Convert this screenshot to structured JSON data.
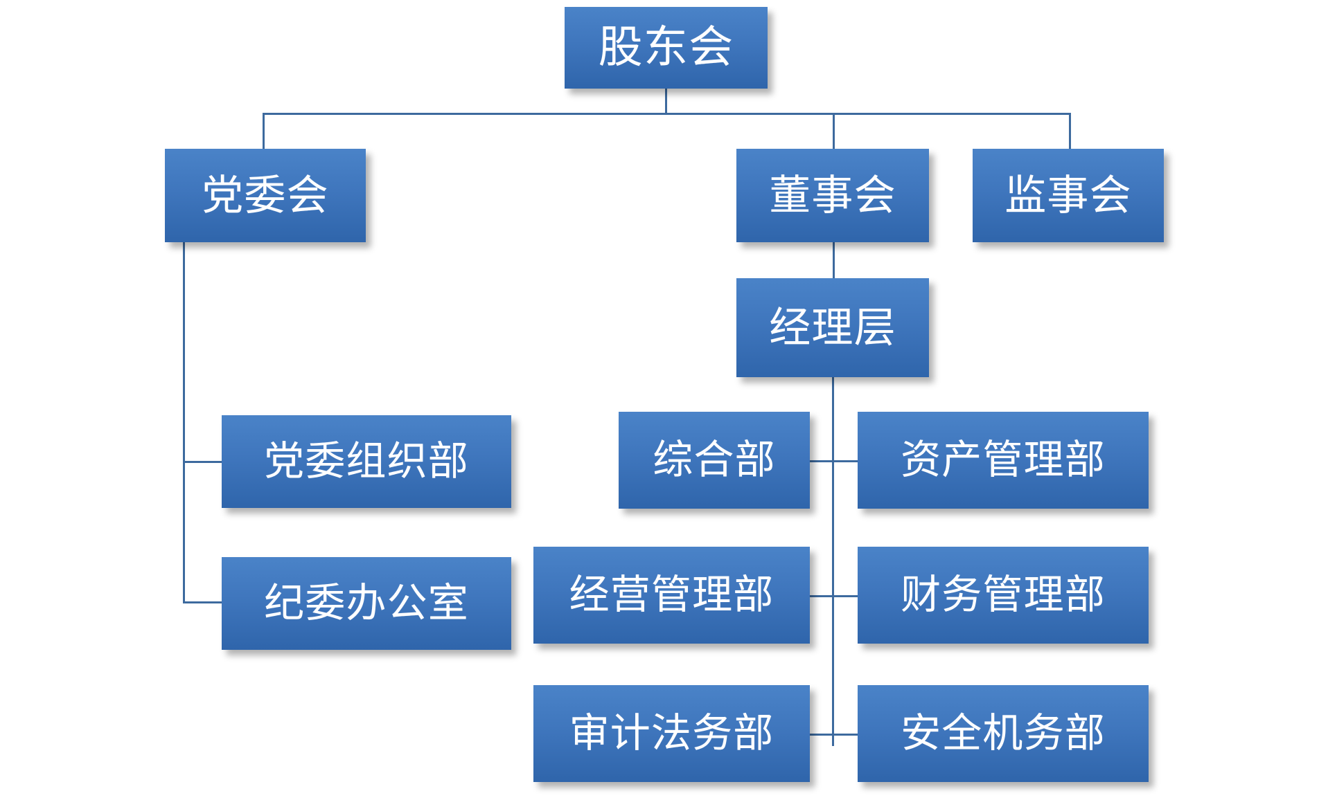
{
  "chart_title": "",
  "colors": {
    "node_fill_top": "#4a83c8",
    "node_fill_bottom": "#2f65ab",
    "node_text": "#ffffff",
    "connector": "#3d6a9e",
    "background": "#ffffff"
  },
  "nodes": {
    "shareholders_meeting": "股东会",
    "party_committee": "党委会",
    "board_of_directors": "董事会",
    "board_of_supervisors": "监事会",
    "management_layer": "经理层",
    "party_organization_dept": "党委组织部",
    "discipline_office": "纪委办公室",
    "general_affairs_dept": "综合部",
    "asset_management_dept": "资产管理部",
    "operations_management_dept": "经营管理部",
    "financial_management_dept": "财务管理部",
    "audit_legal_dept": "审计法务部",
    "safety_machinery_dept": "安全机务部"
  },
  "hierarchy": {
    "root": "股东会",
    "level_2": [
      "党委会",
      "董事会",
      "监事会"
    ],
    "level_3": [
      "经理层"
    ],
    "party_branch_departments": [
      "党委组织部",
      "纪委办公室"
    ],
    "management_departments": [
      "综合部",
      "资产管理部",
      "经营管理部",
      "财务管理部",
      "审计法务部",
      "安全机务部"
    ]
  }
}
